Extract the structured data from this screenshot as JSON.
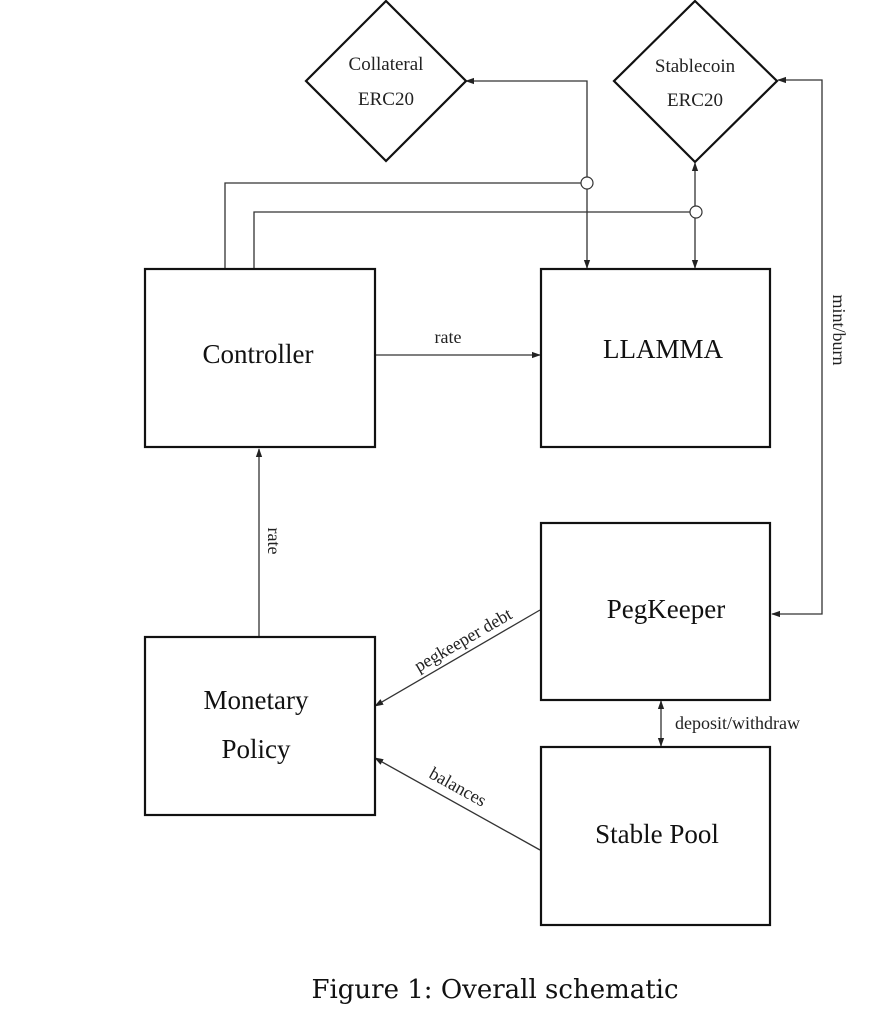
{
  "figure": {
    "caption": "Figure 1: Overall schematic"
  },
  "nodes": {
    "collateral": {
      "line1": "Collateral",
      "line2": "ERC20",
      "shape": "diamond"
    },
    "stablecoin": {
      "line1": "Stablecoin",
      "line2": "ERC20",
      "shape": "diamond"
    },
    "controller": {
      "label": "Controller",
      "shape": "rectangle"
    },
    "llamma": {
      "label": "LLAMMA",
      "shape": "rectangle"
    },
    "pegkeeper": {
      "label": "PegKeeper",
      "shape": "rectangle"
    },
    "monetary_policy": {
      "line1": "Monetary",
      "line2": "Policy",
      "shape": "rectangle"
    },
    "stable_pool": {
      "label": "Stable Pool",
      "shape": "rectangle"
    }
  },
  "edges": {
    "controller_to_llamma": {
      "label": "rate",
      "from": "Controller",
      "to": "LLAMMA"
    },
    "policy_to_controller": {
      "label": "rate",
      "from": "Monetary Policy",
      "to": "Controller"
    },
    "pegkeeper_to_policy": {
      "label": "pegkeeper debt",
      "from": "PegKeeper",
      "to": "Monetary Policy"
    },
    "pool_to_policy": {
      "label": "balances",
      "from": "Stable Pool",
      "to": "Monetary Policy"
    },
    "pegkeeper_pool": {
      "label": "deposit/withdraw",
      "from": "PegKeeper",
      "to": "Stable Pool",
      "bidirectional": true
    },
    "stablecoin_pegkeeper": {
      "label": "mint/burn",
      "from": "Stablecoin ERC20",
      "to": "PegKeeper",
      "bidirectional": true
    },
    "collateral_llamma": {
      "label": "",
      "from": "Collateral ERC20",
      "to": "LLAMMA",
      "bidirectional": true
    },
    "stablecoin_llamma": {
      "label": "",
      "from": "Stablecoin ERC20",
      "to": "LLAMMA",
      "bidirectional": true
    },
    "controller_collateral": {
      "label": "",
      "from": "Controller",
      "to": "Collateral ERC20 line"
    },
    "controller_stablecoin": {
      "label": "",
      "from": "Controller",
      "to": "Stablecoin ERC20 line"
    }
  }
}
